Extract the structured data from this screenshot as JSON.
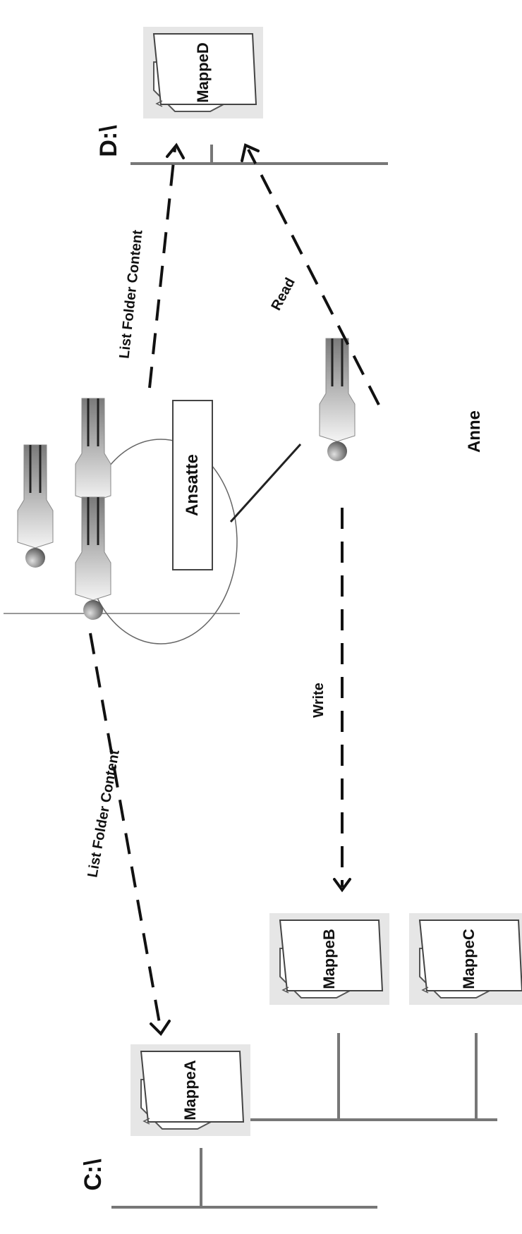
{
  "drives": {
    "c": {
      "label": "C:\\"
    },
    "d": {
      "label": "D:\\"
    }
  },
  "folders": {
    "a": {
      "label": "MappeA"
    },
    "b": {
      "label": "MappeB"
    },
    "c": {
      "label": "MappeC"
    },
    "d": {
      "label": "MappeD"
    }
  },
  "group": {
    "label": "Ansatte"
  },
  "user": {
    "label": "Anne"
  },
  "permissions": {
    "group_to_d": "List Folder Content",
    "group_to_a": "List Folder Content",
    "anne_to_d": "Read",
    "anne_to_b": "Write"
  },
  "colors": {
    "line": "#777777",
    "dash": "#111111",
    "folder_bg": "#e6e6e6",
    "body_light": "#f2f2f2",
    "body_dark": "#8a8a8a"
  }
}
